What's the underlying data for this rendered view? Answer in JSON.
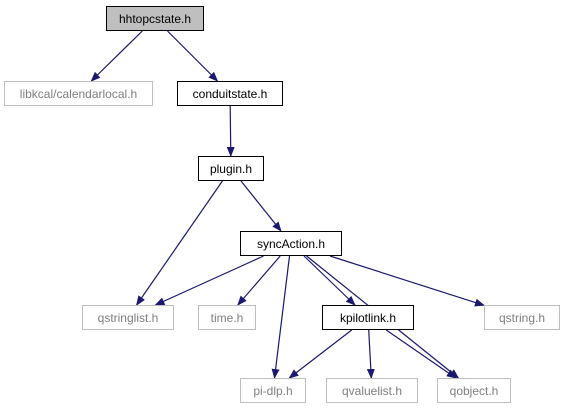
{
  "colors": {
    "edge": "#191970",
    "root_fill": "#bfbfbf",
    "documented_border": "#000000",
    "external_border": "#bfbfbf",
    "external_text": "#7f7f7f"
  },
  "nodes": {
    "hhtopcstate": {
      "label": "hhtopcstate.h",
      "kind": "root"
    },
    "calendarlocal": {
      "label": "libkcal/calendarlocal.h",
      "kind": "external"
    },
    "conduitstate": {
      "label": "conduitstate.h",
      "kind": "documented"
    },
    "plugin": {
      "label": "plugin.h",
      "kind": "documented"
    },
    "syncaction": {
      "label": "syncAction.h",
      "kind": "documented"
    },
    "qstringlist": {
      "label": "qstringlist.h",
      "kind": "external"
    },
    "time": {
      "label": "time.h",
      "kind": "external"
    },
    "kpilotlink": {
      "label": "kpilotlink.h",
      "kind": "documented"
    },
    "qstring": {
      "label": "qstring.h",
      "kind": "external"
    },
    "pidlp": {
      "label": "pi-dlp.h",
      "kind": "external"
    },
    "qvaluelist": {
      "label": "qvaluelist.h",
      "kind": "external"
    },
    "qobject": {
      "label": "qobject.h",
      "kind": "external"
    }
  },
  "edges": [
    {
      "from": "hhtopcstate",
      "to": "calendarlocal"
    },
    {
      "from": "hhtopcstate",
      "to": "conduitstate"
    },
    {
      "from": "conduitstate",
      "to": "plugin"
    },
    {
      "from": "plugin",
      "to": "qstringlist"
    },
    {
      "from": "plugin",
      "to": "syncaction"
    },
    {
      "from": "syncaction",
      "to": "qstringlist"
    },
    {
      "from": "syncaction",
      "to": "time"
    },
    {
      "from": "syncaction",
      "to": "pidlp"
    },
    {
      "from": "syncaction",
      "to": "kpilotlink"
    },
    {
      "from": "syncaction",
      "to": "qstring"
    },
    {
      "from": "syncaction",
      "to": "qobject"
    },
    {
      "from": "kpilotlink",
      "to": "pidlp"
    },
    {
      "from": "kpilotlink",
      "to": "qvaluelist"
    },
    {
      "from": "kpilotlink",
      "to": "qobject"
    }
  ]
}
